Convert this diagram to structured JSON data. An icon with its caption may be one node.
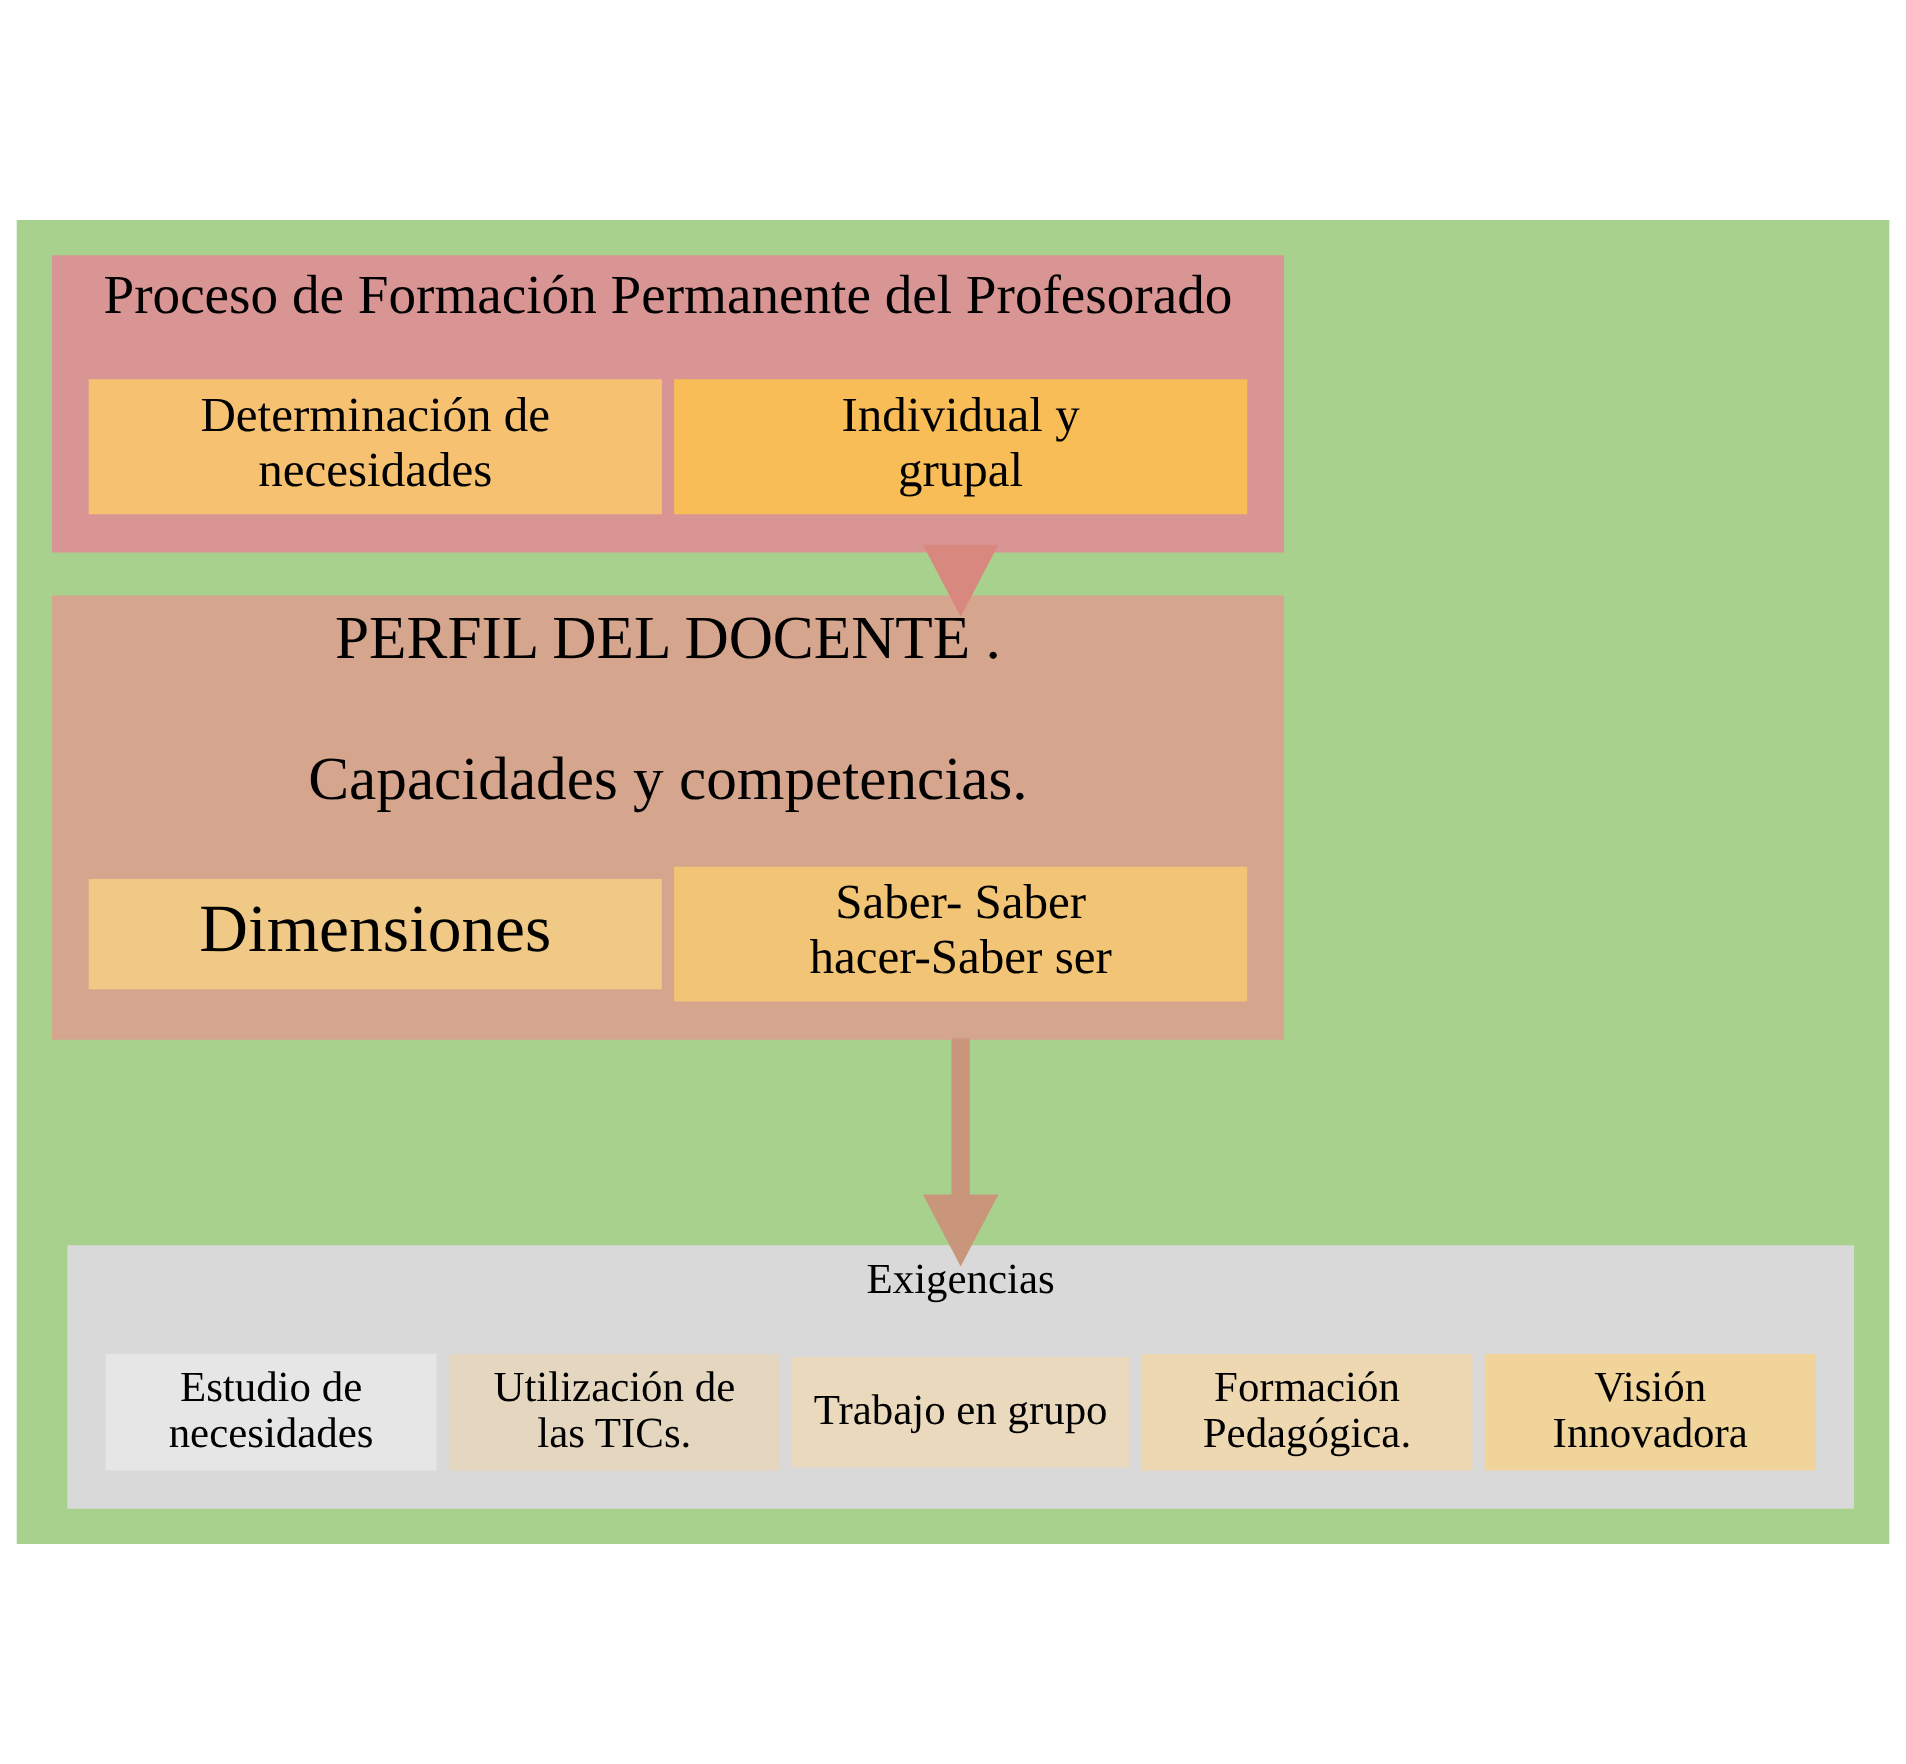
{
  "diagram": {
    "nodes": [
      {
        "text": [
          "Proceso de Formación Permanente del Profesorado"
        ]
      },
      {
        "text": [
          "Determinación de necesidades"
        ],
        "in": 0
      },
      {
        "text": [
          "Individual y grupal"
        ],
        "in": 0
      },
      {
        "text": [
          "PERFIL DEL DOCENTE .",
          "Capacidades y competencias."
        ]
      },
      {
        "text": [
          "Dimensiones"
        ],
        "in": 3
      },
      {
        "text": [
          "Saber- Saber hacer-Saber ser"
        ],
        "in": 3
      },
      {
        "text": [
          "Exigencias"
        ]
      },
      {
        "text": [
          "Estudio de necesidades"
        ],
        "in": 6
      },
      {
        "text": [
          "Utilización de las TICs."
        ],
        "in": 6
      },
      {
        "text": [
          "Trabajo en grupo"
        ],
        "in": 6
      },
      {
        "text": [
          "Formación Pedagógica."
        ],
        "in": 6
      },
      {
        "text": [
          "Visión Innovadora"
        ],
        "in": 6
      }
    ],
    "edges": [
      {
        "from": 0,
        "to": 3,
        "arrow": "to"
      },
      {
        "from": 3,
        "to": 6,
        "arrow": "to"
      }
    ]
  }
}
